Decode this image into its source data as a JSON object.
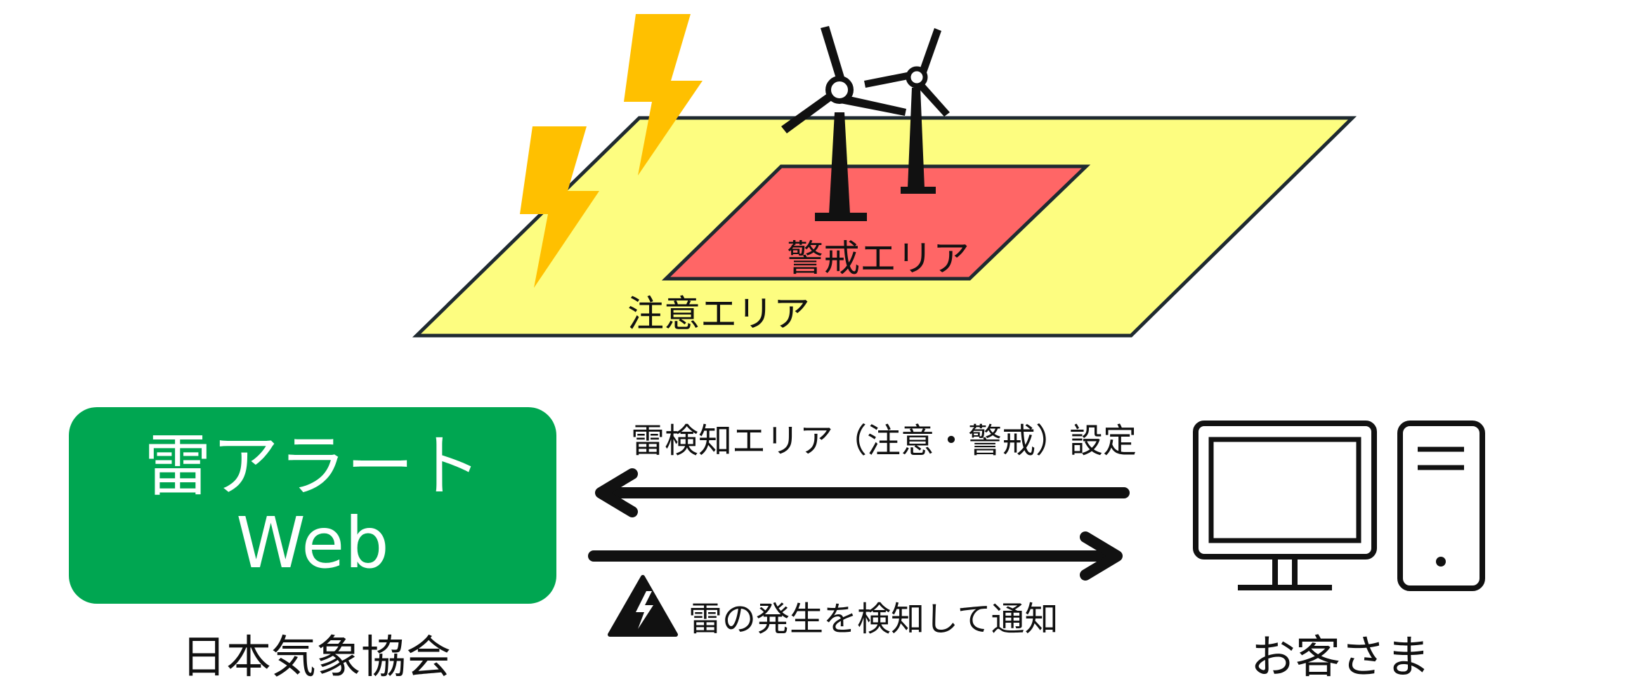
{
  "areas": {
    "caution": {
      "label": "注意エリア",
      "color": "#fdfd80"
    },
    "warning": {
      "label": "警戒エリア",
      "color": "#ff6666"
    }
  },
  "service": {
    "line1": "雷アラート",
    "line2": "Web",
    "provider": "日本気象協会",
    "color": "#00a651"
  },
  "customer": {
    "label": "お客さま"
  },
  "flows": {
    "setting": "雷検知エリア（注意・警戒）設定",
    "notification": "雷の発生を検知して通知"
  },
  "icons": {
    "lightning": "lightning-bolt-icon",
    "turbine": "wind-turbine-icon",
    "computer": "desktop-computer-icon",
    "alert": "lightning-warning-icon"
  },
  "colors": {
    "lightning": "#ffc000",
    "ink": "#111111"
  }
}
